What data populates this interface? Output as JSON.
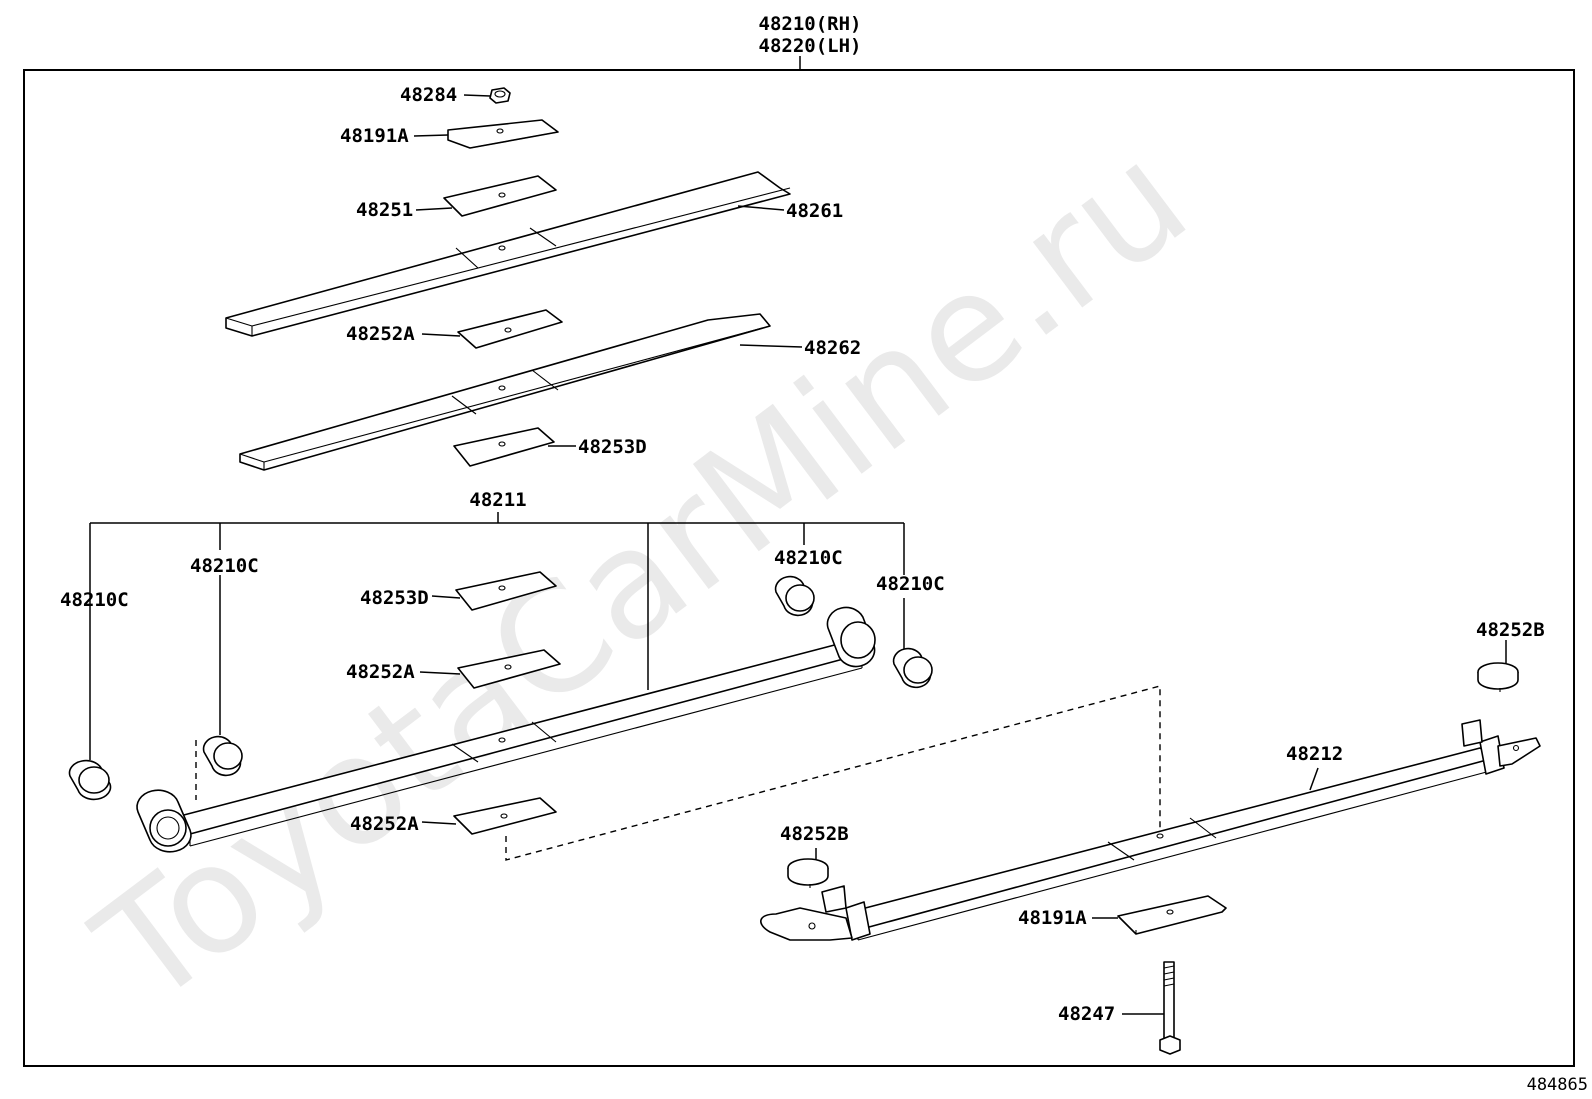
{
  "watermark": "ToyotaCarMine.ru",
  "footer_id": "484865",
  "header": {
    "rh": "48210(RH)",
    "lh": "48220(LH)"
  },
  "labels": {
    "p48284": "48284",
    "p48191A_top": "48191A",
    "p48251": "48251",
    "p48261": "48261",
    "p48252A_1": "48252A",
    "p48262": "48262",
    "p48253D_1": "48253D",
    "p48211": "48211",
    "p48210C_1": "48210C",
    "p48210C_2": "48210C",
    "p48210C_3": "48210C",
    "p48210C_4": "48210C",
    "p48253D_2": "48253D",
    "p48252A_2": "48252A",
    "p48252A_3": "48252A",
    "p48252B_1": "48252B",
    "p48252B_2": "48252B",
    "p48212": "48212",
    "p48191A_bottom": "48191A",
    "p48247": "48247"
  }
}
